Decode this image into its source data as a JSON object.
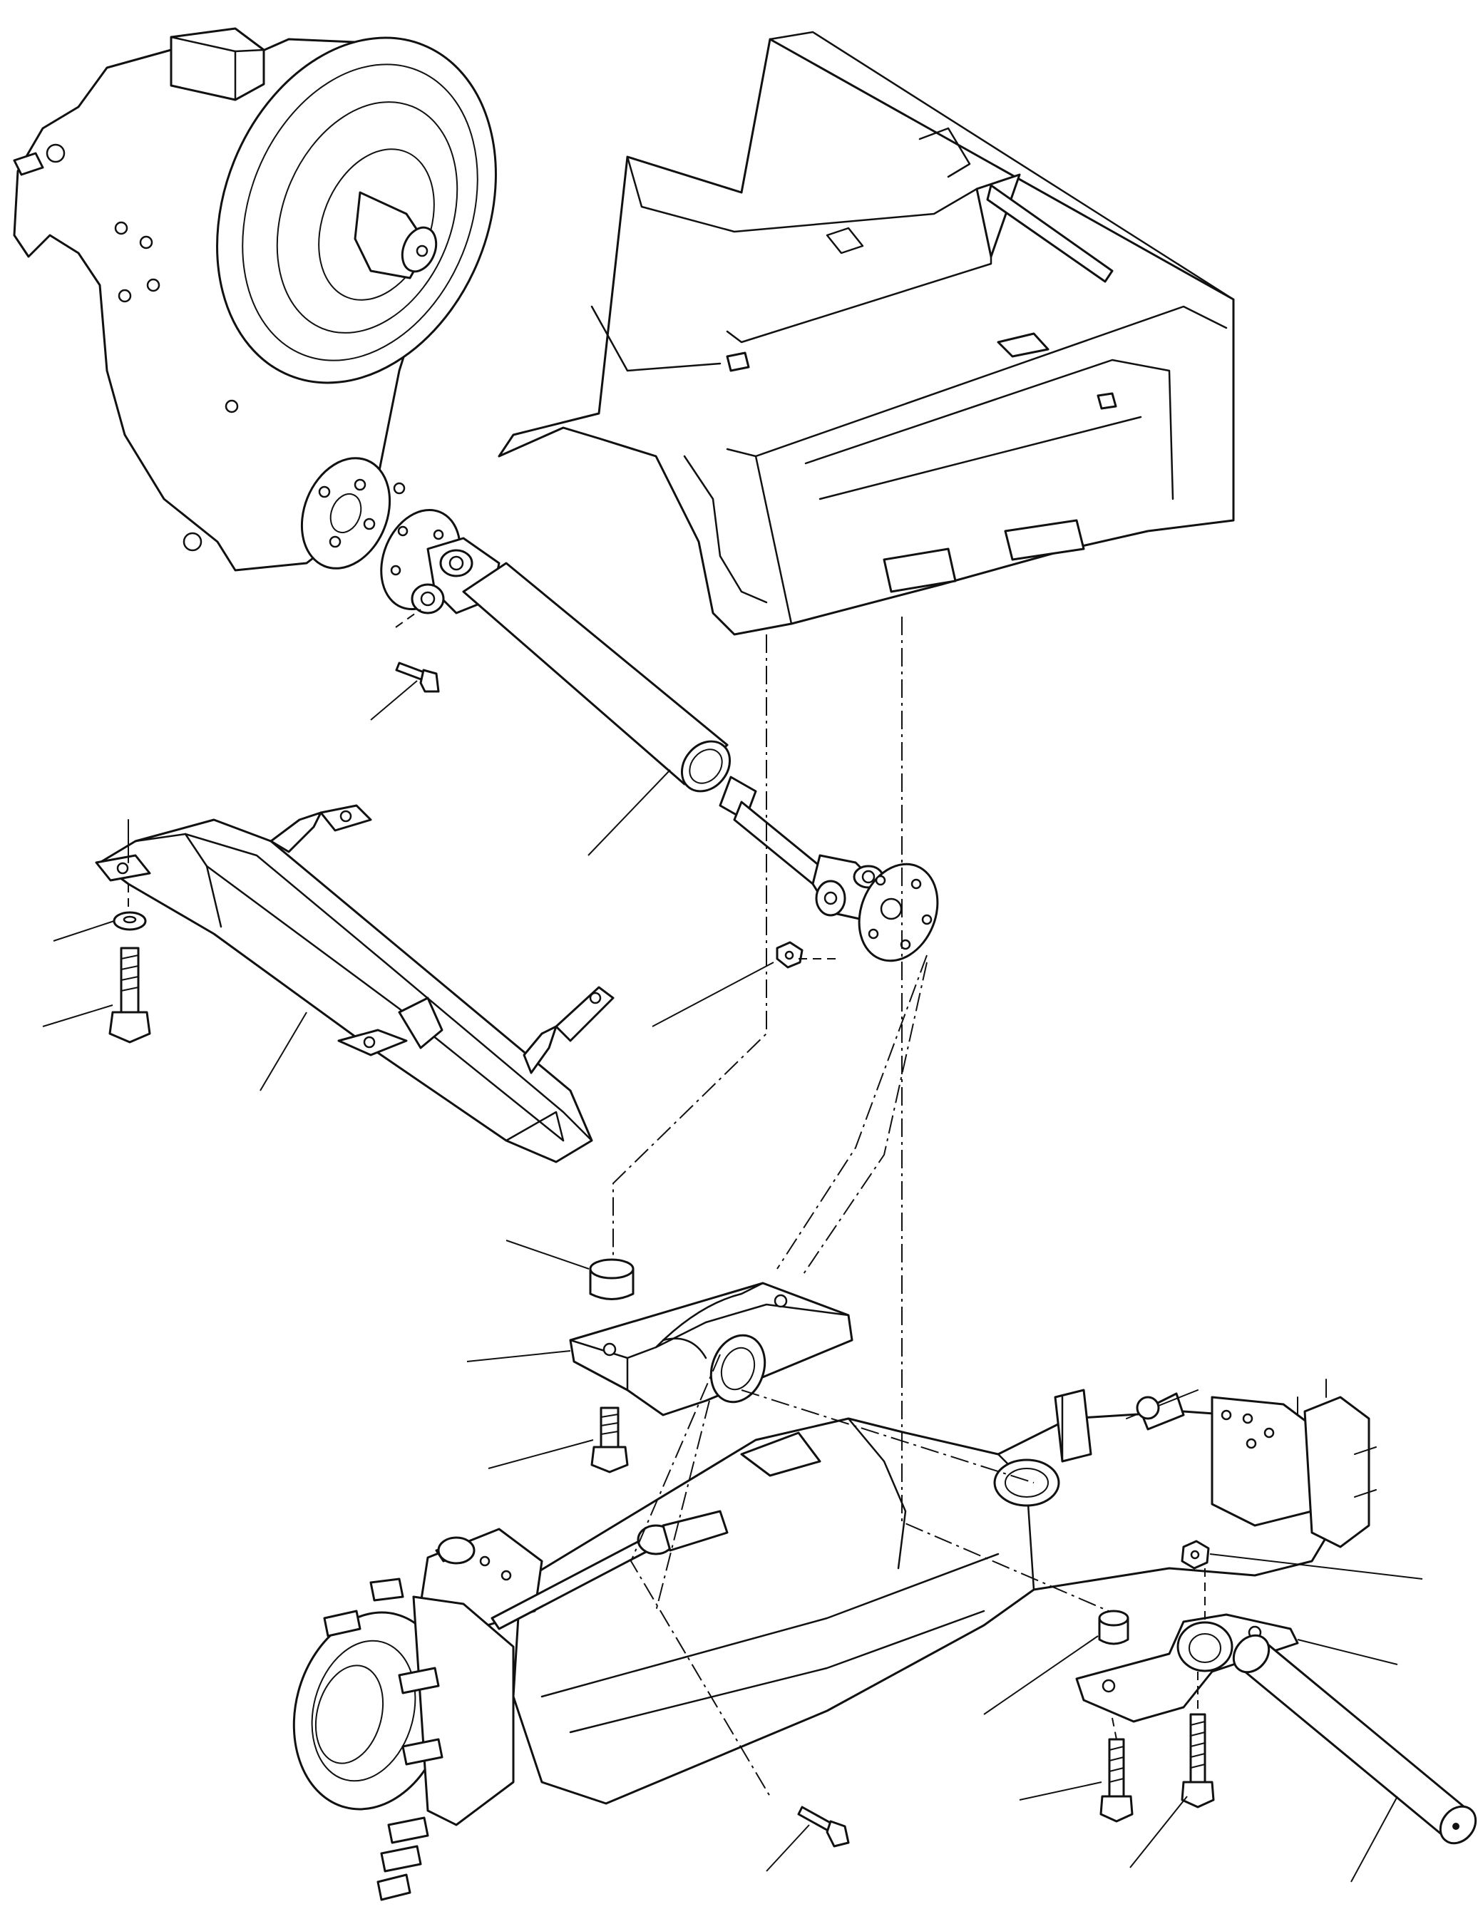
{
  "diagram": {
    "type": "exploded-parts-view",
    "line_color": "#111111",
    "background": "#ffffff",
    "parts": [
      {
        "name": "transmission-housing"
      },
      {
        "name": "main-frame"
      },
      {
        "name": "drive-shaft"
      },
      {
        "name": "drive-shaft-guard"
      },
      {
        "name": "front-axle-support"
      },
      {
        "name": "rear-axle-support"
      },
      {
        "name": "front-axle"
      },
      {
        "name": "axle-pivot-pin"
      },
      {
        "name": "bushing"
      },
      {
        "name": "nut"
      },
      {
        "name": "washer"
      },
      {
        "name": "capscrew"
      }
    ],
    "callouts": []
  }
}
